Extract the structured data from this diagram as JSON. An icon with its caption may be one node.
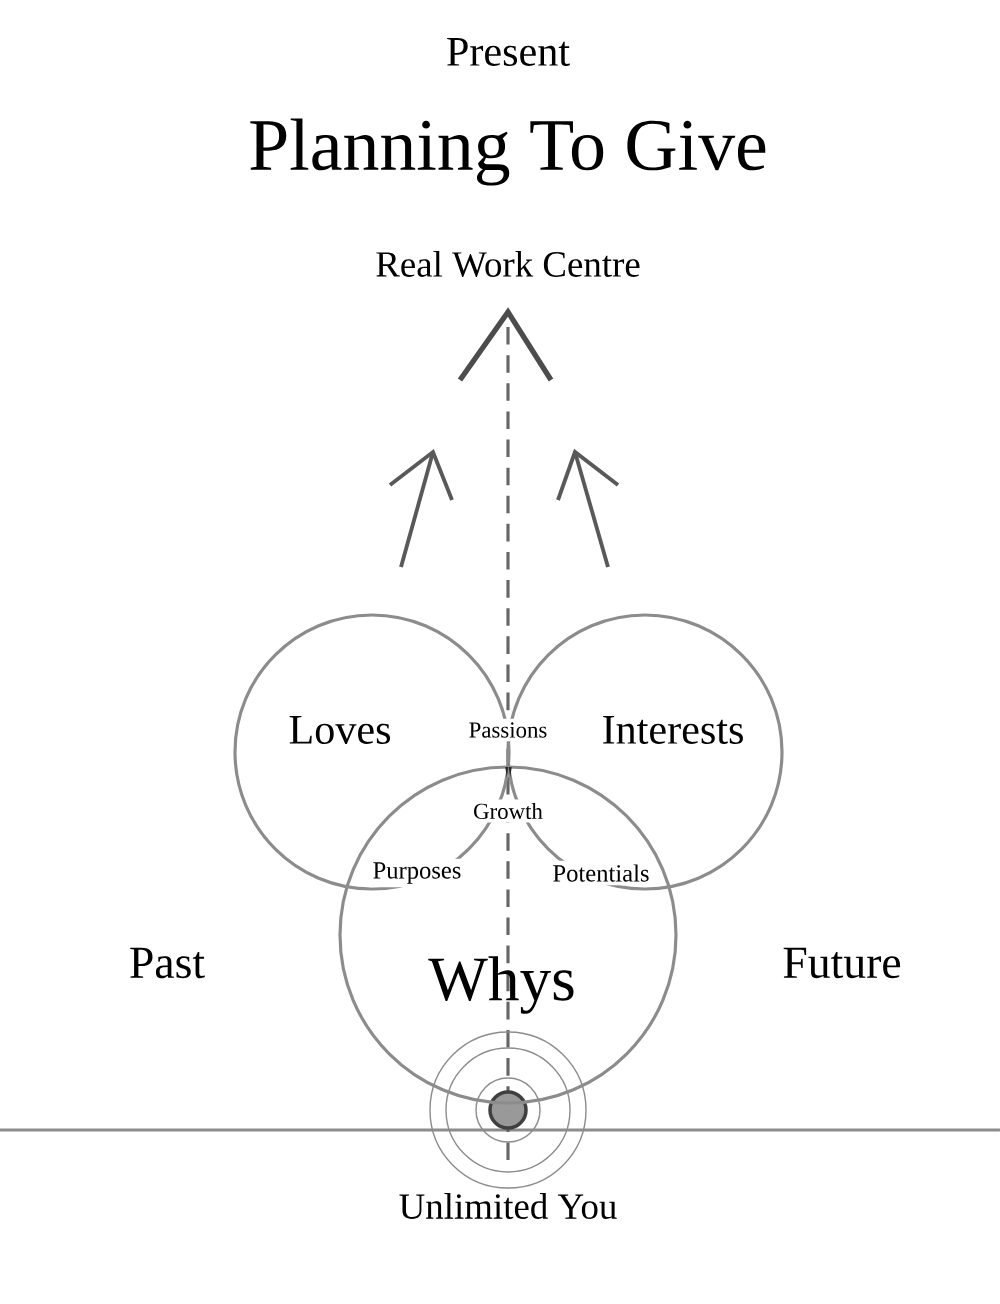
{
  "diagram": {
    "title": "Planning To Give",
    "nodes": [
      {
        "text": [
          "Loves"
        ]
      },
      {
        "text": [
          "Interests"
        ]
      },
      {
        "text": [
          "Whys"
        ]
      }
    ],
    "labels": [
      "Present",
      "Real Work Centre",
      "Passions",
      "Growth",
      "Purposes",
      "Potentials",
      "Past",
      "Future",
      "Unlimited You"
    ]
  }
}
